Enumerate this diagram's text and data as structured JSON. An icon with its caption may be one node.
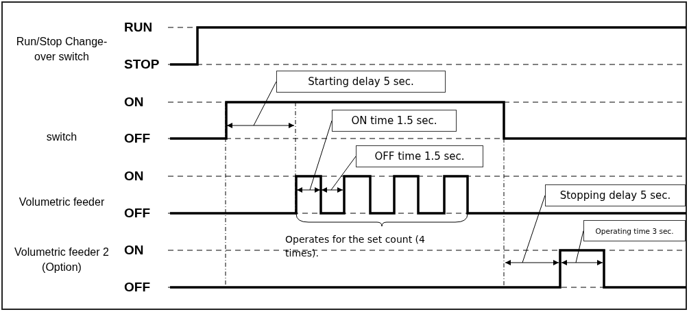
{
  "diagram": {
    "nodes": [
      {
        "text": [
          "Starting delay 5 sec."
        ]
      },
      {
        "text": [
          "ON time 1.5 sec."
        ]
      },
      {
        "text": [
          "OFF time 1.5 sec."
        ]
      },
      {
        "text": [
          "Stopping delay 5 sec."
        ]
      },
      {
        "text": [
          "Operating time 3 sec."
        ]
      }
    ],
    "edges": [
      {
        "from": 0,
        "to": null,
        "arrow": "none"
      },
      {
        "from": 1,
        "to": null,
        "arrow": "none"
      },
      {
        "from": 2,
        "to": null,
        "arrow": "none"
      },
      {
        "from": 3,
        "to": null,
        "arrow": "none"
      },
      {
        "from": 4,
        "to": null,
        "arrow": "none"
      }
    ],
    "labels": [
      "RUN",
      "Run/Stop Change-over switch",
      "STOP",
      "ON",
      "switch",
      "OFF",
      "ON",
      "Volumetric feeder",
      "OFF",
      "Volumetric feeder 2 (Option)",
      "ON",
      "Operates for the set count (4 times).",
      "OFF"
    ]
  }
}
